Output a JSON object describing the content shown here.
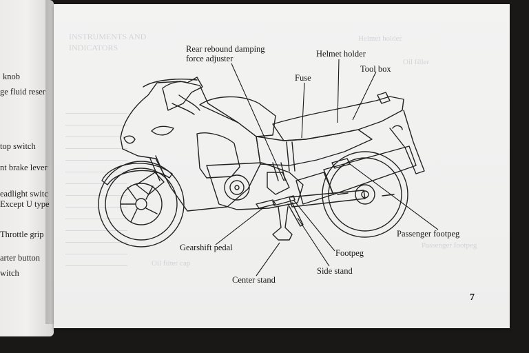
{
  "left_page": {
    "items": [
      "knob",
      "ge fluid reser",
      "top switch",
      "nt brake lever",
      "eadlight switc",
      "Except U type",
      "Throttle grip",
      "arter button",
      "witch"
    ]
  },
  "right_page": {
    "page_number": "7",
    "callouts": {
      "rear_rebound_line1": "Rear rebound damping",
      "rear_rebound_line2": "force adjuster",
      "helmet_holder": "Helmet holder",
      "tool_box": "Tool box",
      "fuse": "Fuse",
      "gearshift_pedal": "Gearshift pedal",
      "footpeg": "Footpeg",
      "passenger_footpeg": "Passenger footpeg",
      "side_stand": "Side stand",
      "center_stand": "Center stand"
    },
    "show_through": {
      "heading_1": "INSTRUMENTS AND",
      "heading_2": "INDICATORS",
      "top_right_1": "Helmet holder",
      "top_right_2": "Oil filler",
      "bottom_1": "Passenger footpeg",
      "bottom_2": "Oil filter cap"
    }
  },
  "colors": {
    "paper": "#f0f0ef",
    "ink": "#161616",
    "background": "#1a1817"
  }
}
